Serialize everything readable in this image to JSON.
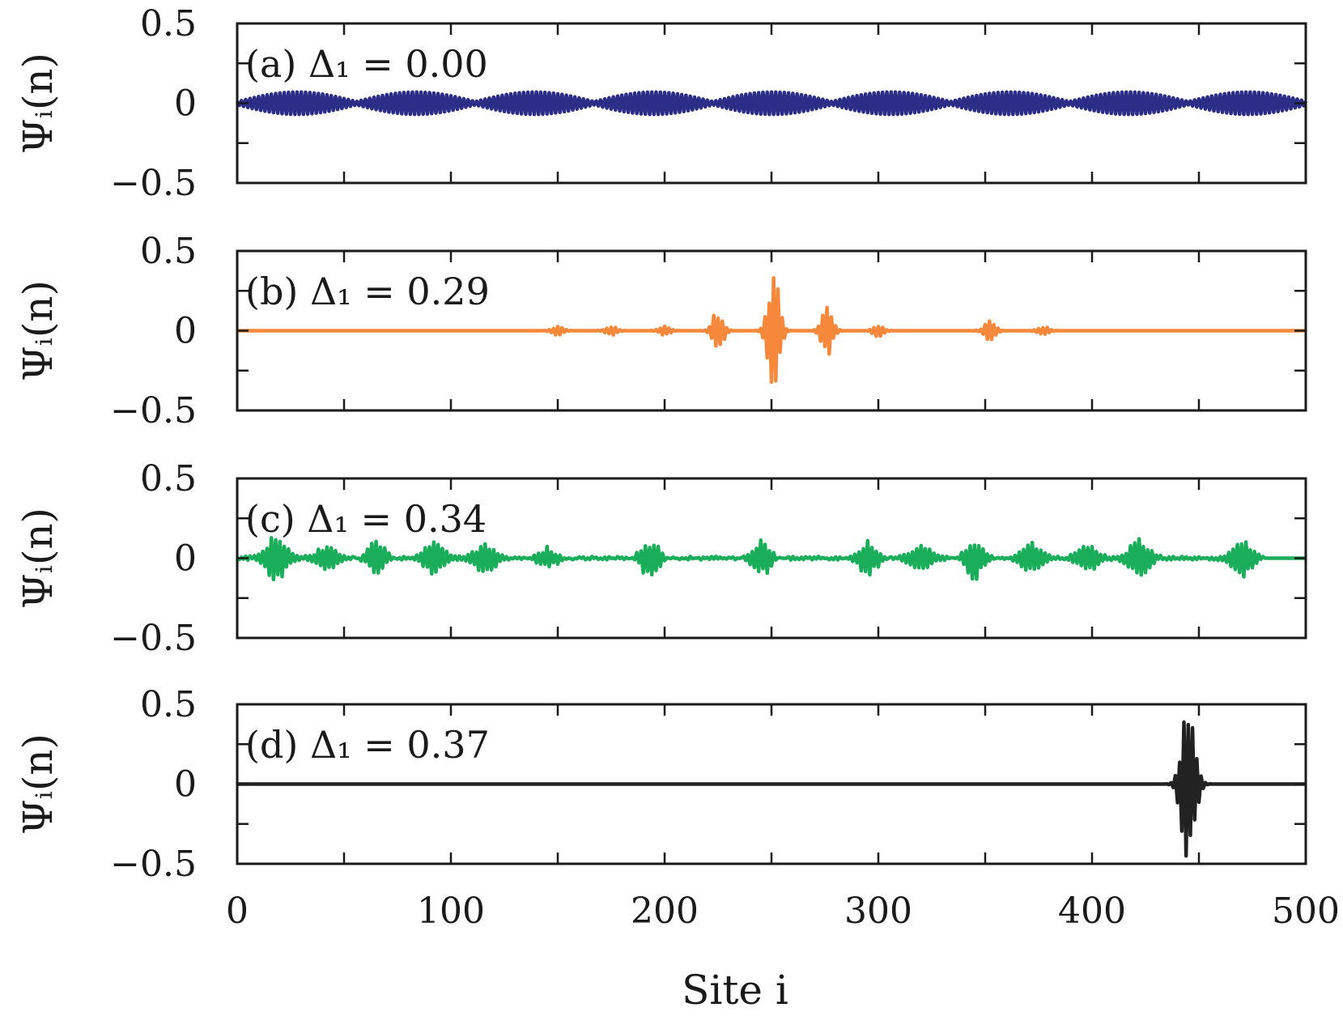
{
  "chart_data": [
    {
      "type": "line",
      "label": "(a) Δ₁ = 0.00",
      "ylabel": "Ψᵢ(n)",
      "color": "#2b2d87",
      "xlim": [
        0,
        500
      ],
      "ylim": [
        -0.5,
        0.5
      ],
      "yticks": [
        "0.5",
        "0",
        "−0.5"
      ],
      "profile": "extended",
      "envelope_peak_sites": [
        28,
        84,
        139,
        195,
        250,
        306,
        362,
        417,
        473
      ],
      "envelope_amplitude": 0.07
    },
    {
      "type": "line",
      "label": "(b) Δ₁ = 0.29",
      "ylabel": "Ψᵢ(n)",
      "color": "#f5883a",
      "xlim": [
        0,
        500
      ],
      "ylim": [
        -0.5,
        0.5
      ],
      "yticks": [
        "0.5",
        "0",
        "−0.5"
      ],
      "profile": "critical",
      "peaks": [
        {
          "site": 150,
          "amplitude": 0.03
        },
        {
          "site": 175,
          "amplitude": 0.03
        },
        {
          "site": 200,
          "amplitude": 0.03
        },
        {
          "site": 225,
          "amplitude": 0.14
        },
        {
          "site": 251,
          "amplitude": 0.44
        },
        {
          "site": 276,
          "amplitude": 0.16
        },
        {
          "site": 300,
          "amplitude": 0.04
        },
        {
          "site": 352,
          "amplitude": 0.07
        },
        {
          "site": 377,
          "amplitude": 0.03
        }
      ]
    },
    {
      "type": "line",
      "label": "(c) Δ₁ = 0.34",
      "ylabel": "Ψᵢ(n)",
      "color": "#1aad5a",
      "xlim": [
        0,
        500
      ],
      "ylim": [
        -0.5,
        0.5
      ],
      "yticks": [
        "0.5",
        "0",
        "−0.5"
      ],
      "profile": "multifractal",
      "peaks": [
        {
          "site": 18,
          "amplitude": 0.15
        },
        {
          "site": 42,
          "amplitude": 0.08
        },
        {
          "site": 65,
          "amplitude": 0.11
        },
        {
          "site": 92,
          "amplitude": 0.1
        },
        {
          "site": 116,
          "amplitude": 0.1
        },
        {
          "site": 145,
          "amplitude": 0.08
        },
        {
          "site": 193,
          "amplitude": 0.12
        },
        {
          "site": 245,
          "amplitude": 0.13
        },
        {
          "site": 295,
          "amplitude": 0.12
        },
        {
          "site": 320,
          "amplitude": 0.08
        },
        {
          "site": 345,
          "amplitude": 0.14
        },
        {
          "site": 372,
          "amplitude": 0.1
        },
        {
          "site": 398,
          "amplitude": 0.08
        },
        {
          "site": 422,
          "amplitude": 0.12
        },
        {
          "site": 470,
          "amplitude": 0.12
        }
      ]
    },
    {
      "type": "line",
      "label": "(d) Δ₁ = 0.37",
      "ylabel": "Ψᵢ(n)",
      "color": "#222222",
      "xlim": [
        0,
        500
      ],
      "ylim": [
        -0.5,
        0.5
      ],
      "yticks": [
        "0.5",
        "0",
        "−0.5"
      ],
      "profile": "localized",
      "peaks": [
        {
          "site": 445,
          "amplitude": 0.5
        }
      ]
    }
  ],
  "xaxis": {
    "ticks": [
      0,
      100,
      200,
      300,
      400,
      500
    ],
    "label": "Site  i"
  }
}
